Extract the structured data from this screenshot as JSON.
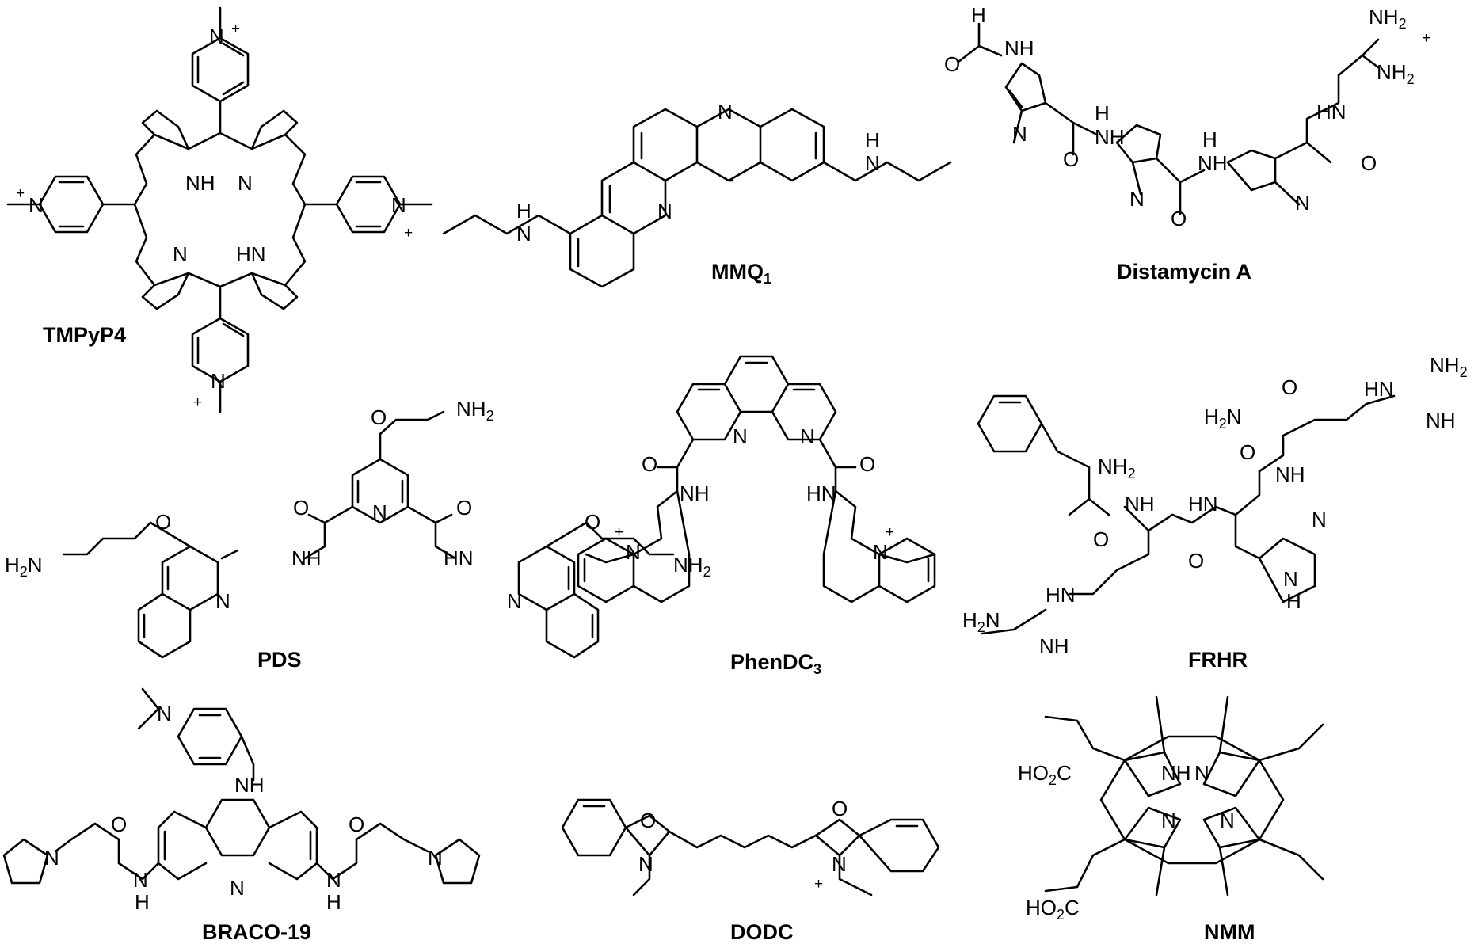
{
  "compounds": {
    "tmpyp4": {
      "name": "TMPyP4"
    },
    "mmq1": {
      "name": "MMQ",
      "sub": "1"
    },
    "distamycin": {
      "name": "Distamycin A"
    },
    "pds": {
      "name": "PDS"
    },
    "phendc3": {
      "name": "PhenDC",
      "sub": "3"
    },
    "frhr": {
      "name": "FRHR"
    },
    "braco19": {
      "name": "BRACO-19"
    },
    "dodc": {
      "name": "DODC"
    },
    "nmm": {
      "name": "NMM"
    }
  },
  "atoms": {
    "N": "N",
    "NH": "NH",
    "HN": "HN",
    "H": "H",
    "O": "O",
    "NH2": "NH",
    "H2N": "H",
    "H2Nb": "N",
    "two": "2",
    "HO2C": "HO",
    "HO2Cb": "C",
    "plus": "+"
  }
}
